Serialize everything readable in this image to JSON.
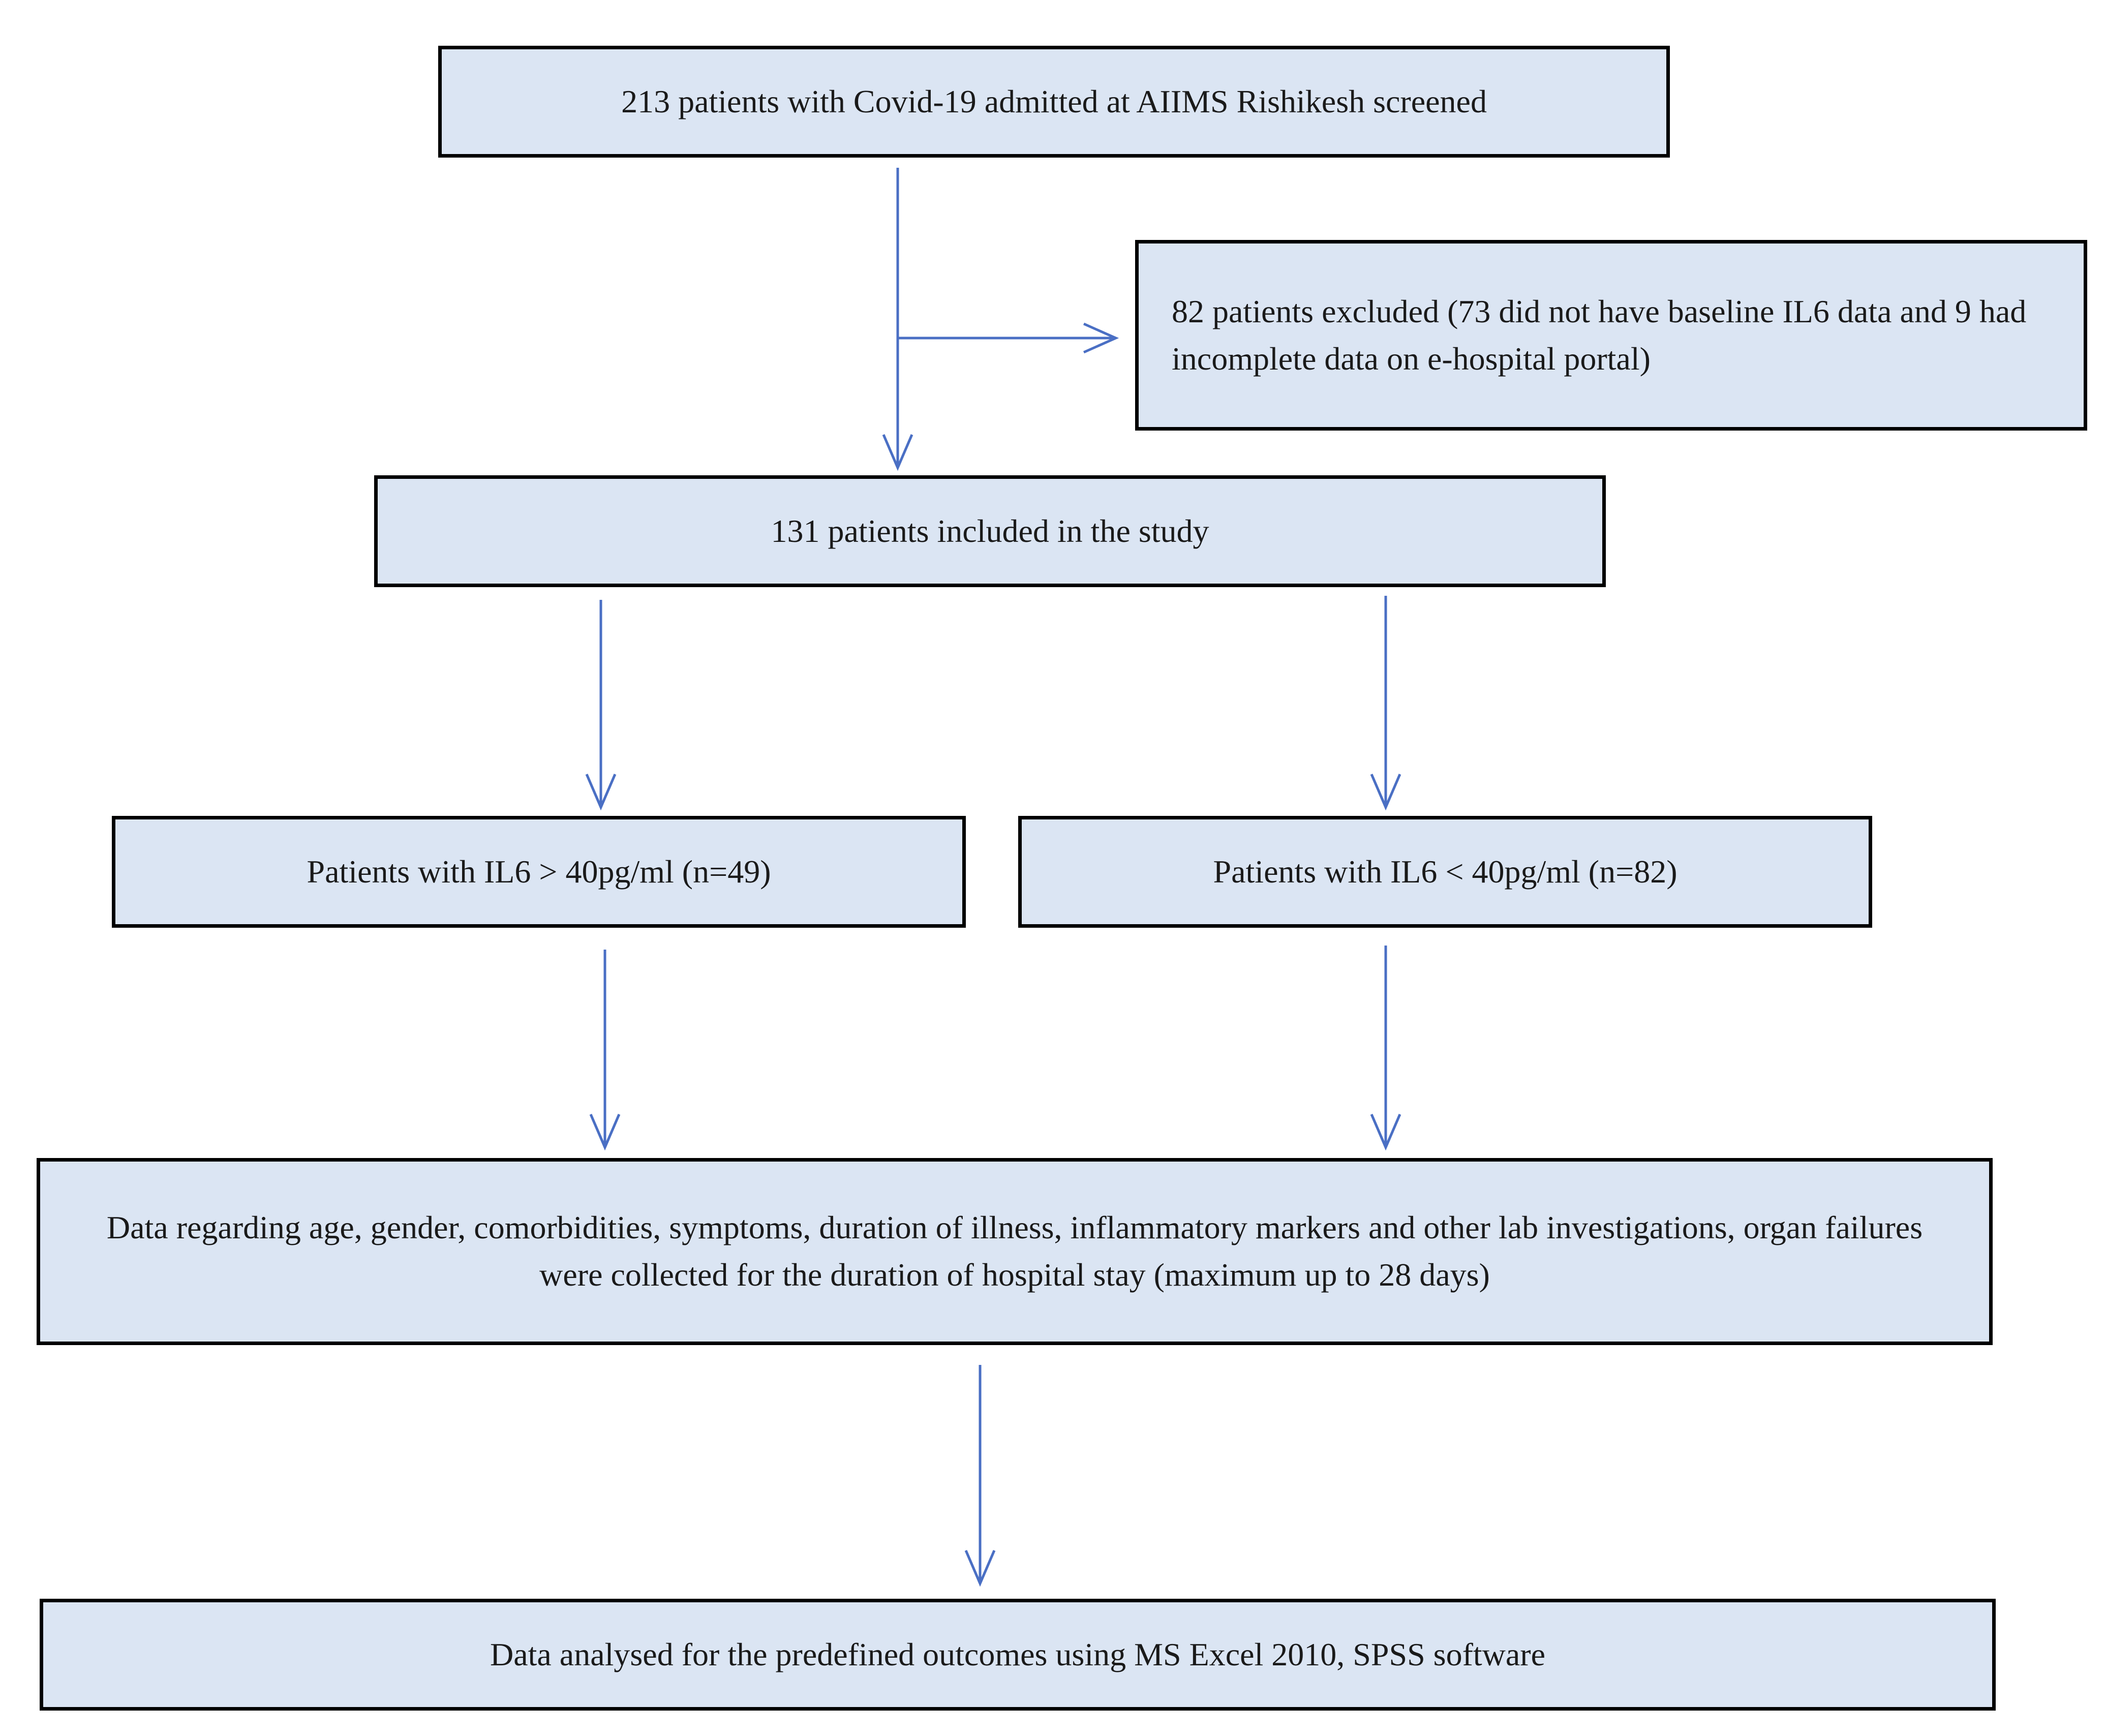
{
  "flowchart": {
    "screened": "213 patients with Covid-19 admitted at AIIMS Rishikesh screened",
    "excluded": "82 patients excluded (73 did not have baseline IL6 data and 9 had incomplete data on e-hospital portal)",
    "included": "131 patients included in the study",
    "high_il6": "Patients with IL6 > 40pg/ml (n=49)",
    "low_il6": "Patients with IL6 < 40pg/ml (n=82)",
    "data_collected": "Data regarding age, gender, comorbidities, symptoms, duration of illness, inflammatory markers and other lab investigations, organ failures were collected for the duration of hospital stay (maximum up to 28 days)",
    "analysed": "Data analysed for the predefined outcomes using MS Excel 2010, SPSS software"
  },
  "colors": {
    "box_fill": "#dbe5f3",
    "box_border": "#000000",
    "arrow": "#4a6fc4"
  }
}
